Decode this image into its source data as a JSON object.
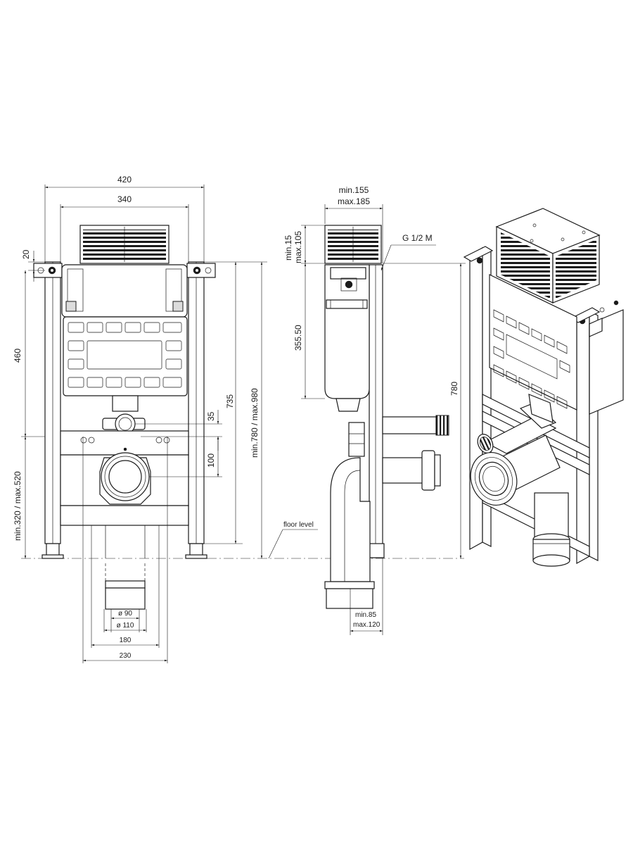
{
  "front_view": {
    "width_total": "420",
    "width_inner": "340",
    "top_offset": "20",
    "height_460": "460",
    "height_735": "735",
    "height_range": "min.780 / max.980",
    "inlet_offset": "35",
    "outlet_offset": "100",
    "outlet_height_range": "min.320 / max.520",
    "dia_90": "ø 90",
    "dia_110": "ø 110",
    "width_180": "180",
    "width_230": "230"
  },
  "side_view": {
    "depth_range_1": "min.155",
    "depth_range_2": "max.185",
    "top_range_1": "min.15",
    "top_range_2": "max.105",
    "connection": "G 1/2 M",
    "height_355": "355.50",
    "height_780": "780",
    "floor_level": "floor level",
    "outlet_depth_1": "min.85",
    "outlet_depth_2": "max.120"
  }
}
